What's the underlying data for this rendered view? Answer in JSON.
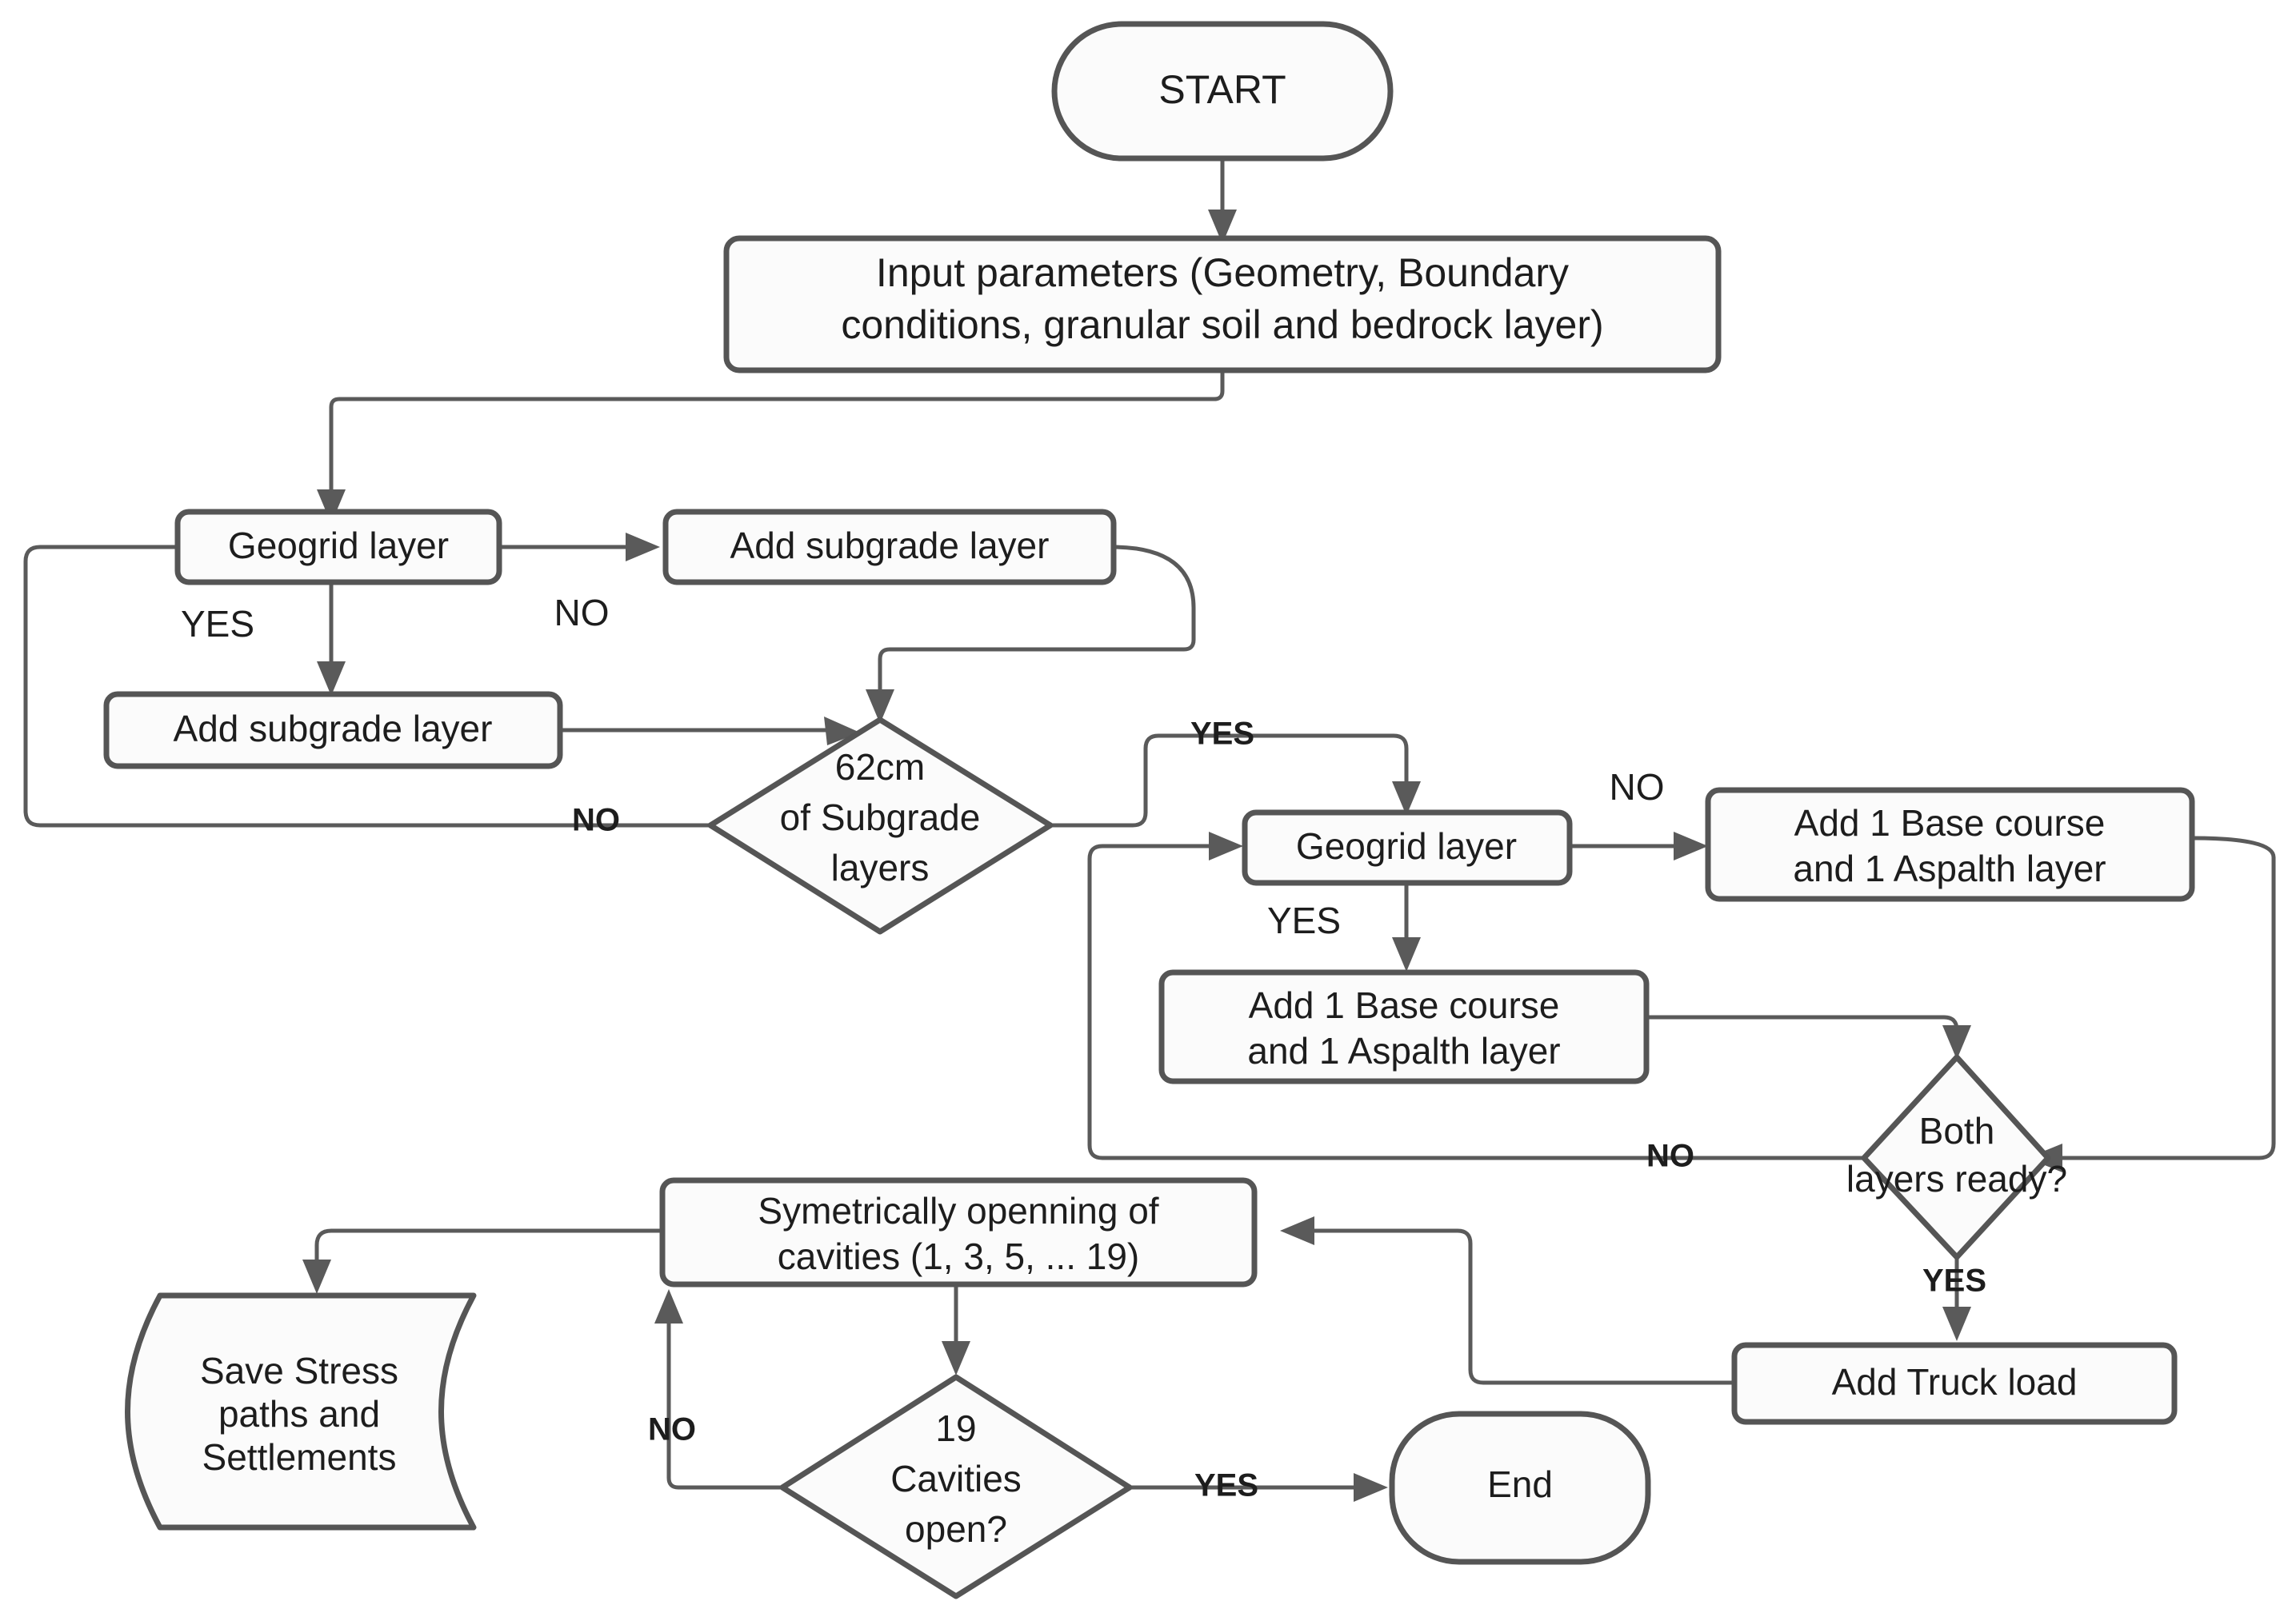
{
  "diagram": {
    "title": "Numerical modelling procedure flowchart",
    "background_color": "#ffffff",
    "line_color": "#5a5a5a",
    "text_color": "#1d1d1d",
    "shape_fill": "#fbfbfb"
  },
  "nodes": {
    "start": {
      "label": "START",
      "shape": "terminator"
    },
    "input_params": {
      "line1": "Input parameters (Geometry, Boundary",
      "line2": "conditions, granular soil and bedrock layer)",
      "shape": "process"
    },
    "geogrid_1": {
      "label": "Geogrid layer",
      "shape": "process"
    },
    "add_subgrade_no": {
      "label": "Add subgrade layer",
      "shape": "process"
    },
    "add_subgrade_yes": {
      "label": "Add subgrade layer",
      "shape": "process"
    },
    "decision_62cm": {
      "line1": "62cm",
      "line2": "of Subgrade",
      "line3": "layers",
      "shape": "decision"
    },
    "geogrid_2": {
      "label": "Geogrid layer",
      "shape": "process"
    },
    "base_course_no": {
      "line1": "Add 1 Base course",
      "line2": "and 1 Aspalth layer",
      "shape": "process"
    },
    "base_course_yes": {
      "line1": "Add 1 Base course",
      "line2": "and 1 Aspalth layer",
      "shape": "process"
    },
    "decision_both_layers": {
      "line1": "Both",
      "line2": "layers ready?",
      "shape": "decision"
    },
    "add_truck_load": {
      "label": "Add Truck load",
      "shape": "process"
    },
    "symmetric_cavities": {
      "line1": "Symetrically openning of",
      "line2": "cavities (1, 3, 5, ... 19)",
      "shape": "process"
    },
    "decision_19_cavities": {
      "line1": "19",
      "line2": "Cavities",
      "line3": "open?",
      "shape": "decision"
    },
    "save_stress": {
      "line1": "Save Stress",
      "line2": "paths and",
      "line3": "Settlements",
      "shape": "stored-data"
    },
    "end": {
      "label": "End",
      "shape": "terminator"
    }
  },
  "edge_labels": {
    "geogrid1_yes": "YES",
    "geogrid1_no": "NO",
    "subgrade62_no": "NO",
    "subgrade62_yes": "YES",
    "geogrid2_no": "NO",
    "geogrid2_yes": "YES",
    "both_layers_no": "NO",
    "both_layers_yes": "YES",
    "cavities_no": "NO",
    "cavities_yes": "YES"
  }
}
